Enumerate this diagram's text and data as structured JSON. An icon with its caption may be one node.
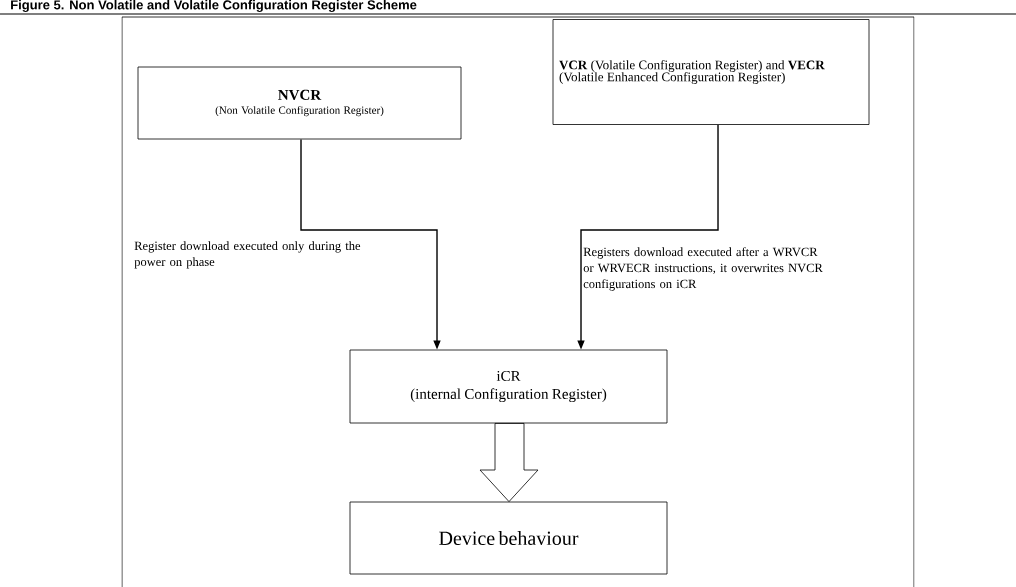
{
  "diagram": {
    "title": "Figure 5. Non Volatile and Volatile Configuration Register Scheme",
    "nodes": [
      {
        "text": [
          "NVCR",
          "(Non Volatile Configuration Register)"
        ]
      },
      {
        "text": [
          "**VCR** (Volatile Configuration Register) and **VECR** (Volatile Enhanced Configuration Register)"
        ]
      },
      {
        "text": [
          "iCR",
          "(internal Configuration Register)"
        ]
      },
      {
        "text": [
          "Device behaviour"
        ]
      }
    ],
    "edges": [
      {
        "from": 0,
        "to": 2,
        "arrow": "to",
        "label": "Register download executed only during the power on phase"
      },
      {
        "from": 1,
        "to": 2,
        "arrow": "to",
        "label": "Registers download executed after a WRVCR or WRVECR instructions, it overwrites NVCR configurations on iCR"
      },
      {
        "from": 2,
        "to": 3,
        "arrow": "to"
      }
    ]
  }
}
